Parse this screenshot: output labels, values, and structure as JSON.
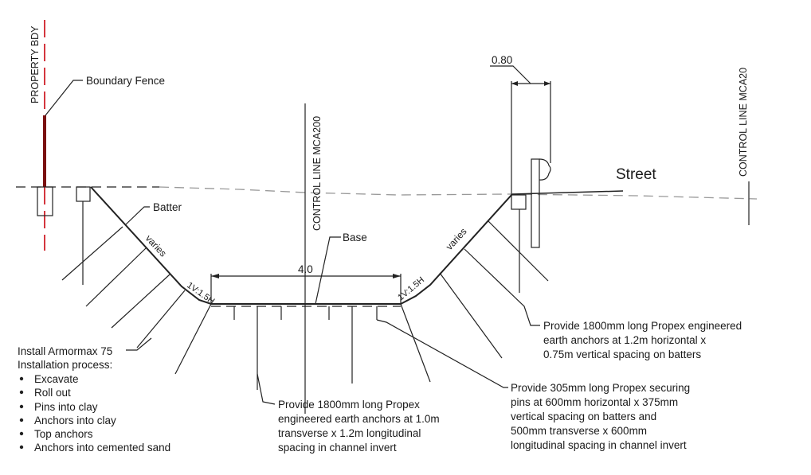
{
  "labels": {
    "property_boundary": "PROPERTY BDY",
    "boundary_fence": "Boundary Fence",
    "batter": "Batter",
    "varies_left": "varies",
    "varies_right": "varies",
    "slope_left": "1V:1.5H",
    "slope_right": "1V:1.5H",
    "control_line_center": "CONTROL LINE MCA200",
    "control_line_right": "CONTROL LINE MCA20",
    "base": "Base",
    "base_width": "4.0",
    "wall_width": "0.80",
    "street": "Street"
  },
  "notes": {
    "install": {
      "title": "Install Armormax 75",
      "subtitle": "Installation process:",
      "steps": [
        "Excavate",
        "Roll out",
        "Pins into clay",
        "Anchors into clay",
        "Top anchors",
        "Anchors into cemented sand"
      ]
    },
    "invert_anchors": [
      "Provide 1800mm long Propex",
      "engineered earth anchors at 1.0m",
      "transverse x 1.2m longitudinal",
      "spacing in channel invert"
    ],
    "securing_pins": [
      "Provide 305mm long Propex securing",
      "pins at 600mm horizontal x 375mm",
      "vertical spacing on batters and",
      "500mm transverse x 600mm",
      "longitudinal spacing in channel invert"
    ],
    "batter_anchors": [
      "Provide 1800mm long Propex engineered",
      "earth anchors at 1.2m horizontal x",
      "0.75m vertical spacing on batters"
    ]
  },
  "colors": {
    "property_line": "#d0202a",
    "fence": "#7a1010",
    "linework": "#222222"
  }
}
